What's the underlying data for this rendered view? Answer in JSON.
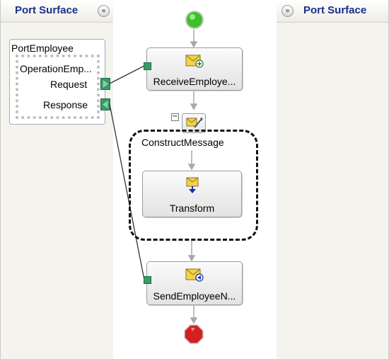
{
  "left_port_surface": {
    "title": "Port Surface",
    "collapse_glyph": "«"
  },
  "right_port_surface": {
    "title": "Port Surface",
    "expand_glyph": "»"
  },
  "port": {
    "name": "PortEmployee",
    "operation": "OperationEmp...",
    "request_label": "Request",
    "response_label": "Response"
  },
  "orchestration": {
    "receive_shape": {
      "label": "ReceiveEmploye...",
      "icon": "receive-message-icon"
    },
    "construct_shape": {
      "label": "ConstructMessage",
      "icon": "construct-message-icon",
      "collapse_glyph": "−"
    },
    "transform_shape": {
      "label": "Transform",
      "icon": "transform-icon"
    },
    "send_shape": {
      "label": "SendEmployeeN...",
      "icon": "send-message-icon"
    },
    "start_icon": "start-green-circle",
    "end_icon": "end-red-octagon"
  },
  "colors": {
    "title_blue": "#1b2f8a",
    "port_green": "#3a9a6a",
    "start_green": "#3fbf2a",
    "end_red": "#d42020",
    "envelope_yellow": "#f4d24a"
  }
}
